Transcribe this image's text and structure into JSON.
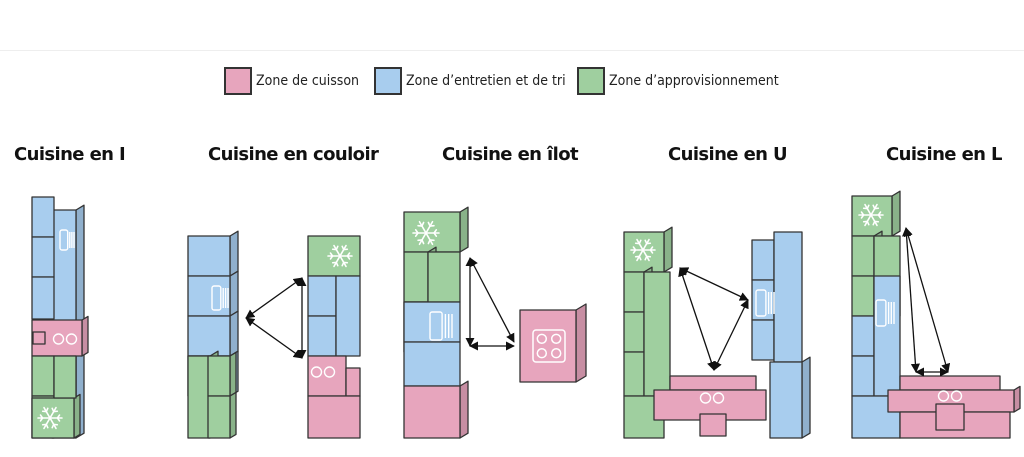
{
  "colors": {
    "cooking": "#e7a5bd",
    "cleaning": "#a8cdee",
    "storage": "#9fcf9f",
    "outline": "#333333",
    "arrow": "#111111"
  },
  "legend": [
    {
      "label": "Zone de cuisson",
      "zone": "cooking"
    },
    {
      "label": "Zone d’entretien et de tri",
      "zone": "cleaning"
    },
    {
      "label": "Zone d’approvisionnement",
      "zone": "storage"
    }
  ],
  "layouts": [
    {
      "title": "Cuisine en I"
    },
    {
      "title": "Cuisine en couloir"
    },
    {
      "title": "Cuisine en îlot"
    },
    {
      "title": "Cuisine en U"
    },
    {
      "title": "Cuisine en L"
    }
  ],
  "icons": {
    "fridge": "snowflake-icon",
    "cooktop": "cooktop-icon",
    "sink": "sink-icon"
  }
}
